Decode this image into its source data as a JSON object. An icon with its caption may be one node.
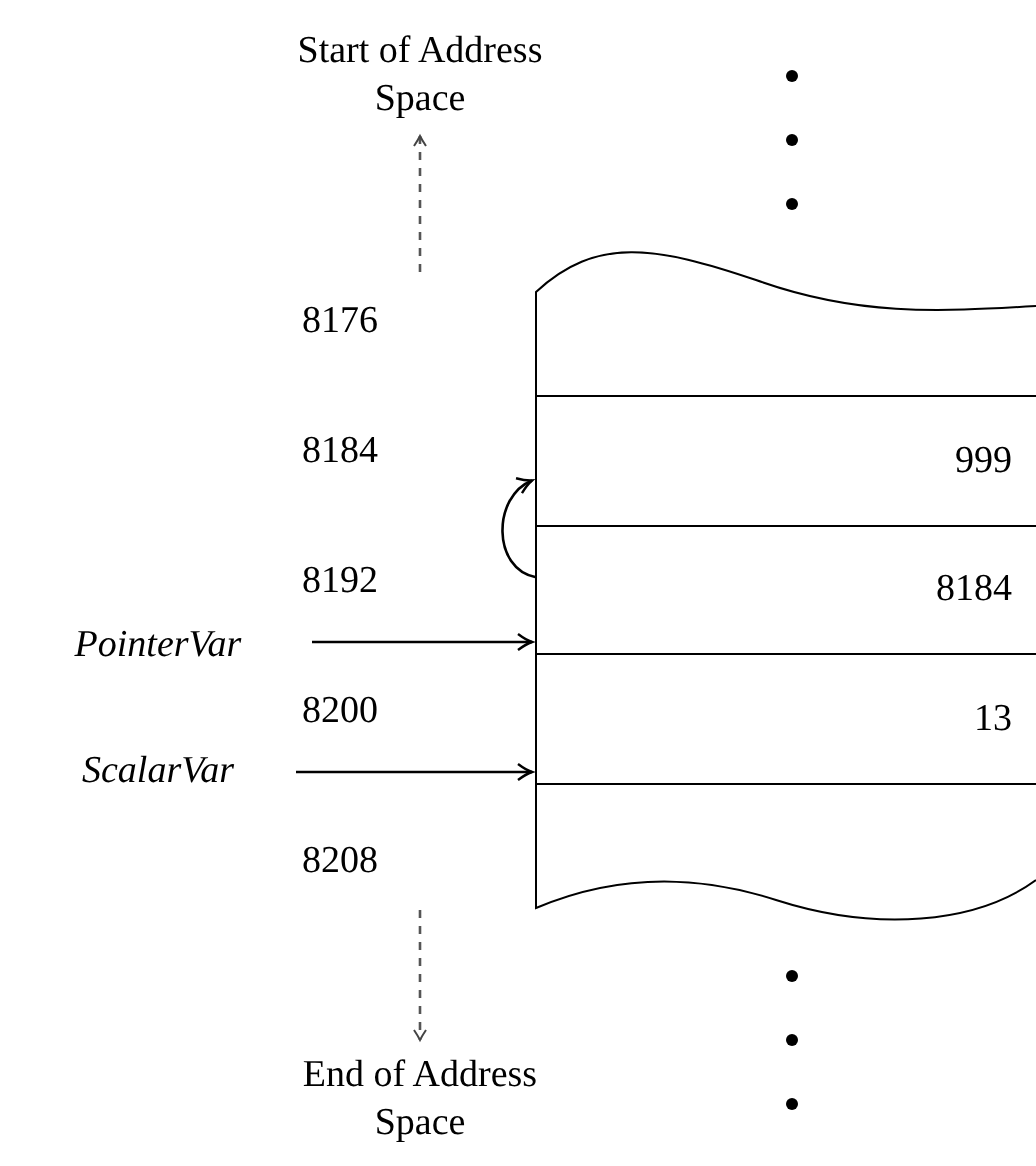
{
  "diagram": {
    "nodes": [
      {
        "text": [
          "Start of Address Space"
        ]
      },
      {
        "text": [],
        "shape": "box"
      },
      {
        "text": [
          "999"
        ]
      },
      {
        "text": [
          "8184"
        ]
      },
      {
        "text": [
          "13"
        ]
      },
      {
        "text": [],
        "shape": "box"
      },
      {
        "text": [
          "PointerVar"
        ]
      },
      {
        "text": [
          "ScalarVar"
        ]
      },
      {
        "text": [
          "End of Address Space"
        ]
      }
    ],
    "edges": [
      {
        "from": null,
        "to": 0,
        "arrow": "to",
        "style": "dashed"
      },
      {
        "from": null,
        "to": 8,
        "arrow": "to",
        "style": "dashed"
      },
      {
        "from": 3,
        "to": 2,
        "arrow": "to"
      },
      {
        "from": 6,
        "to": 3,
        "arrow": "to"
      },
      {
        "from": 7,
        "to": 4,
        "arrow": "to"
      }
    ],
    "labels": [
      "8176",
      "8184",
      "8192",
      "8200",
      "8208"
    ]
  }
}
